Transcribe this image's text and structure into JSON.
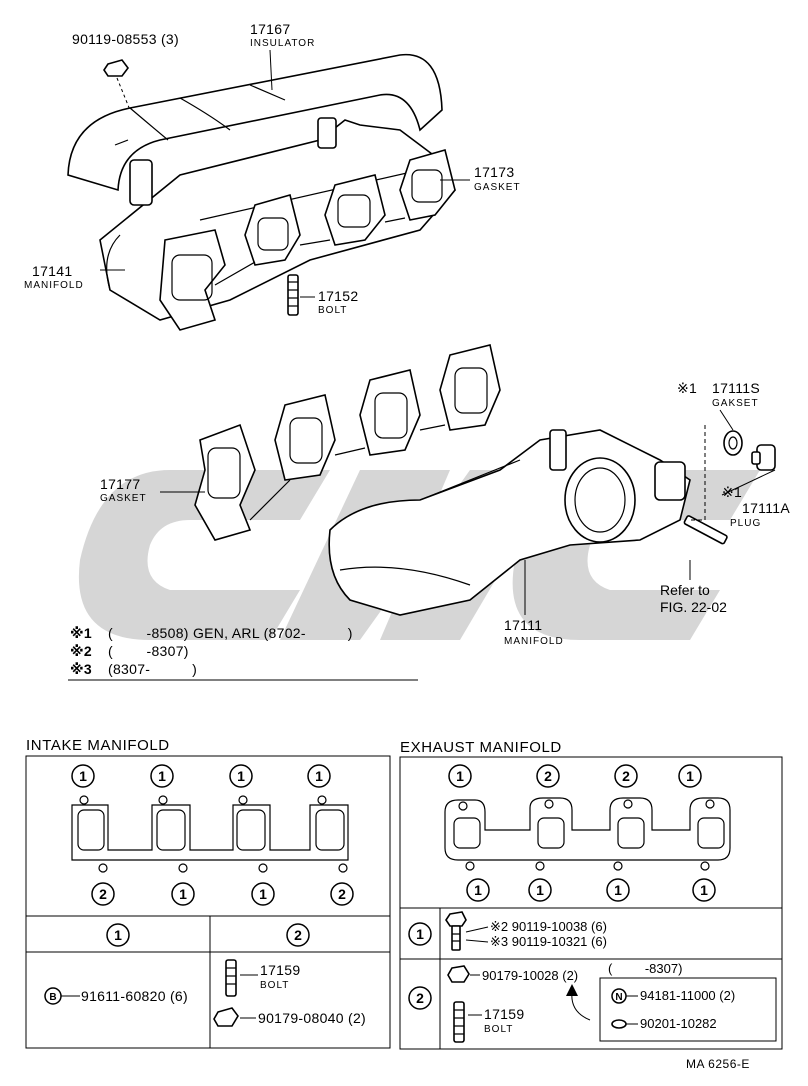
{
  "labels": {
    "bolt_top": "90119-08553 (3)",
    "insulator_no": "17167",
    "insulator_name": "INSULATOR",
    "gasket_top_no": "17173",
    "gasket_top_name": "GASKET",
    "intake_manifold_no": "17141",
    "intake_manifold_name": "MANIFOLD",
    "stud_no": "17152",
    "stud_name": "BOLT",
    "gasket_ex_s_mark": "※1",
    "gasket_ex_s_no": "17111S",
    "gasket_ex_s_name": "GAKSET",
    "plug_mark": "※1",
    "plug_no": "17111A",
    "plug_name": "PLUG",
    "gasket_mid_no": "17177",
    "gasket_mid_name": "GASKET",
    "exhaust_manifold_no": "17111",
    "exhaust_manifold_name": "MANIFOLD",
    "refer_line1": "Refer to",
    "refer_line2": "FIG. 22-02",
    "watermark_color": "#c9c9c9"
  },
  "notes": [
    {
      "mark": "※1",
      "text": "(        -8508) GEN, ARL (8702-          )"
    },
    {
      "mark": "※2",
      "text": "(        -8307)"
    },
    {
      "mark": "※3",
      "text": "(8307-          )"
    }
  ],
  "intake_panel": {
    "title": "INTAKE MANIFOLD",
    "top_circles": [
      "1",
      "1",
      "1",
      "1"
    ],
    "bottom_circles": [
      "2",
      "1",
      "1",
      "2"
    ],
    "col1_header": "1",
    "col2_header": "2",
    "col1_badge": "B",
    "col1_part": "91611-60820 (6)",
    "col2_part1_no": "17159",
    "col2_part1_name": "BOLT",
    "col2_part2": "90179-08040 (2)"
  },
  "exhaust_panel": {
    "title": "EXHAUST MANIFOLD",
    "top_circles": [
      "1",
      "2",
      "2",
      "1"
    ],
    "bottom_circles": [
      "1",
      "1",
      "1",
      "1"
    ],
    "row1_circle": "1",
    "row1_line1": "※2 90119-10038 (6)",
    "row1_line2": "※3 90119-10321 (6)",
    "row2_circle": "2",
    "row2_part1": "90179-10028 (2)",
    "row2_part2_no": "17159",
    "row2_part2_name": "BOLT",
    "row2_box_header": "(         -8307)",
    "row2_badge": "N",
    "row2_box_part1": "94181-11000 (2)",
    "row2_box_part2": "90201-10282"
  },
  "footer": "MA 6256-E"
}
